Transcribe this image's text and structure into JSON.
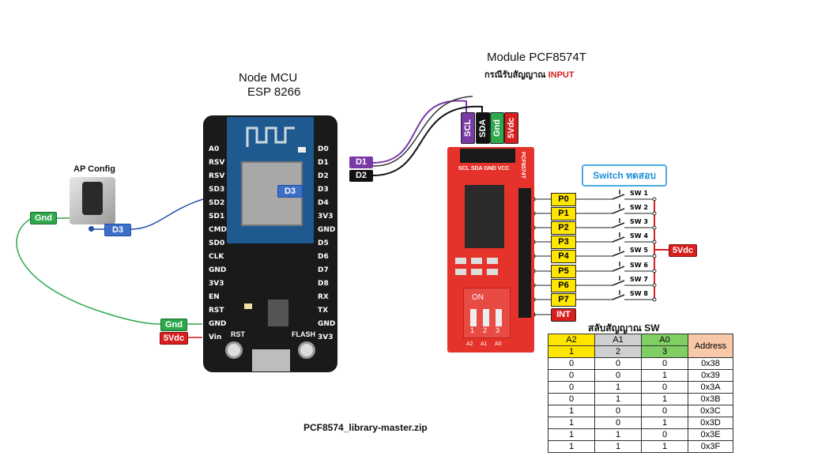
{
  "titles": {
    "module_title": "Module PCF8574T",
    "module_subtitle_a": "กรณีรับสัญญาณ",
    "module_subtitle_b": "INPUT",
    "nodemcu_line1": "Node MCU",
    "nodemcu_line2": "ESP 8266",
    "ap_config": "AP Config",
    "library_file": "PCF8574_library-master.zip",
    "switch_test": "Switch ทดสอบ",
    "table_title": "สลับสัญญาณ SW"
  },
  "nodemcu": {
    "left_pins": [
      "A0",
      "RSV",
      "RSV",
      "SD3",
      "SD2",
      "SD1",
      "CMD",
      "SD0",
      "CLK",
      "GND",
      "3V3",
      "EN",
      "RST",
      "GND",
      "Vin"
    ],
    "right_pins": [
      "D0",
      "D1",
      "D2",
      "D3",
      "D4",
      "3V3",
      "GND",
      "D5",
      "D6",
      "D7",
      "D8",
      "RX",
      "TX",
      "GND",
      "3V3"
    ],
    "rst_label": "RST",
    "flash_label": "FLASH"
  },
  "tags": {
    "d1": "D1",
    "d2": "D2",
    "d3_board": "D3",
    "d3_button": "D3",
    "gnd_button": "Gnd",
    "gnd_board": "Gnd",
    "vdc_board": "5Vdc",
    "vdc_switch": "5Vdc",
    "int": "INT"
  },
  "module": {
    "header_tags": [
      "SCL",
      "SDA",
      "Gnd",
      "5Vdc"
    ],
    "silk_header": "SCL SDA GND VCC",
    "silk_side": "PCF8574T",
    "dip_on": "ON",
    "dip_labels": [
      "1",
      "2",
      "3"
    ],
    "addr_labels": [
      "A2",
      "A1",
      "A0"
    ]
  },
  "ports": [
    "P0",
    "P1",
    "P2",
    "P3",
    "P4",
    "P5",
    "P6",
    "P7"
  ],
  "switches": [
    "SW 1",
    "SW 2",
    "SW 3",
    "SW 4",
    "SW 5",
    "SW 6",
    "SW 7",
    "SW 8"
  ],
  "address_table": {
    "headers": [
      "A2",
      "A1",
      "A0",
      "Address"
    ],
    "switch_row": [
      "1",
      "2",
      "3"
    ],
    "rows": [
      [
        "0",
        "0",
        "0",
        "0x38"
      ],
      [
        "0",
        "0",
        "1",
        "0x39"
      ],
      [
        "0",
        "1",
        "0",
        "0x3A"
      ],
      [
        "0",
        "1",
        "1",
        "0x3B"
      ],
      [
        "1",
        "0",
        "0",
        "0x3C"
      ],
      [
        "1",
        "0",
        "1",
        "0x3D"
      ],
      [
        "1",
        "1",
        "0",
        "0x3E"
      ],
      [
        "1",
        "1",
        "1",
        "0x3F"
      ]
    ]
  },
  "colors": {
    "board": "#1a1a1a",
    "pcb_red": "#e5322b",
    "wire_purple": "#7a3aa6",
    "wire_black": "#111111",
    "wire_blue": "#1f4fa8",
    "wire_green": "#2ea84a",
    "wire_red": "#d81e1e",
    "port_yellow": "#ffe600"
  }
}
